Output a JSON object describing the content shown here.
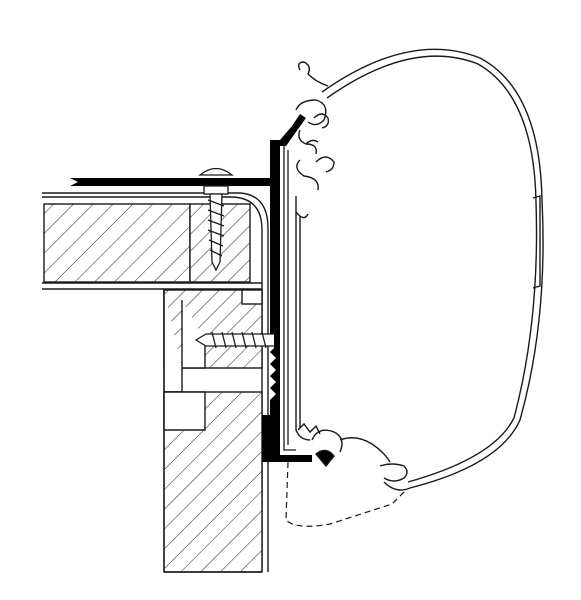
{
  "diagram": {
    "kind": "technical-cross-section",
    "colors": {
      "stroke": "#1a1a1a",
      "bracket": "#000000",
      "hatch": "#333333",
      "background": "#ffffff"
    },
    "parts": [
      {
        "name": "roof-panel",
        "fill": "hatched"
      },
      {
        "name": "wall-panel",
        "fill": "hatched"
      },
      {
        "name": "mounting-bracket",
        "fill": "solid-black"
      },
      {
        "name": "top-screw",
        "icon": "screw-icon"
      },
      {
        "name": "side-screw",
        "icon": "screw-icon"
      },
      {
        "name": "awning-cassette",
        "fill": "outline"
      },
      {
        "name": "lower-clip",
        "style": "dashed"
      }
    ]
  }
}
